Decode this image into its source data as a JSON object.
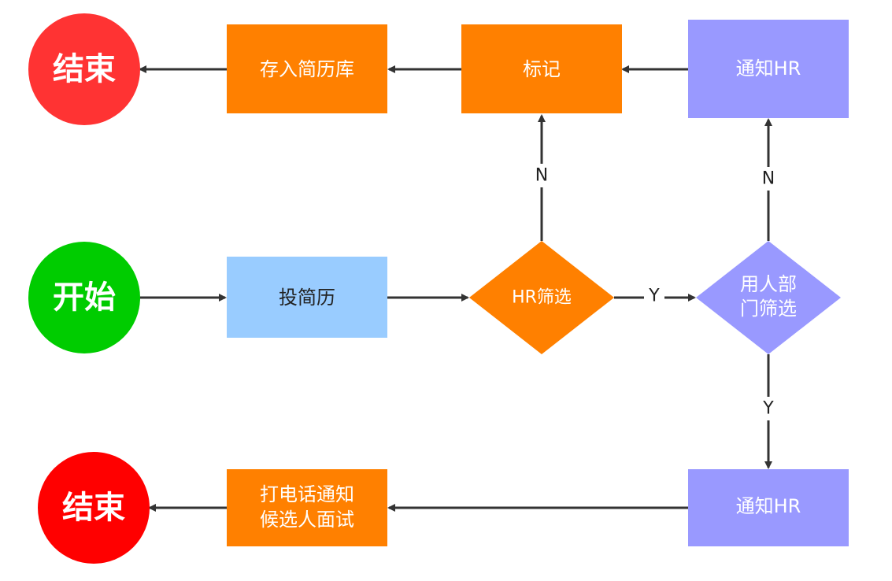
{
  "colors": {
    "process_orange": "#ff8000",
    "process_purple": "#9999ff",
    "process_blue": "#99ccff",
    "end_red_top": "#ff3333",
    "end_red_bottom": "#ff0000",
    "start_green": "#00cc00",
    "edge": "#333333",
    "text_white": "#ffffff",
    "text_dark": "#222222"
  },
  "nodes": {
    "end_top": {
      "label": "结束"
    },
    "store": {
      "label": "存入简历库"
    },
    "mark": {
      "label": "标记"
    },
    "notify_hr_top": {
      "label": "通知HR"
    },
    "start": {
      "label": "开始"
    },
    "submit": {
      "label": "投简历"
    },
    "hr_screen": {
      "label": "HR筛选"
    },
    "dept_screen": {
      "line1": "用人部",
      "line2": "门筛选"
    },
    "end_bottom": {
      "label": "结束"
    },
    "call": {
      "line1": "打电话通知",
      "line2": "候选人面试"
    },
    "notify_hr_bottom": {
      "label": "通知HR"
    }
  },
  "edges": {
    "hr_to_mark": {
      "label": "N"
    },
    "hr_to_dept": {
      "label": "Y"
    },
    "dept_to_notify_top": {
      "label": "N"
    },
    "dept_to_notify_bottom": {
      "label": "Y"
    }
  }
}
